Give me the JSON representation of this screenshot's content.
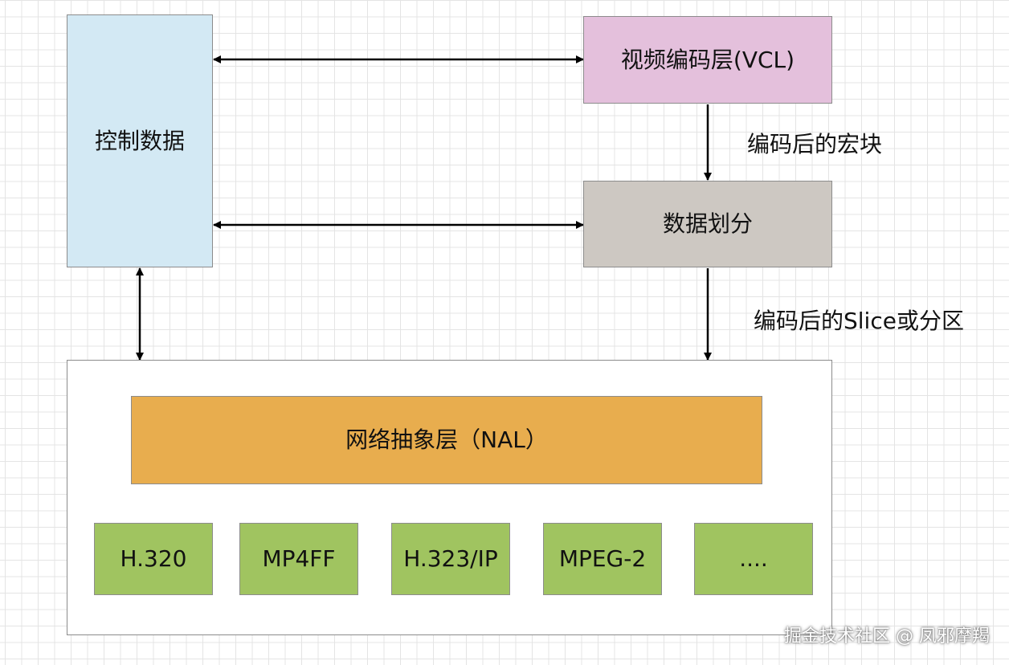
{
  "colors": {
    "control": "#d3e9f4",
    "vcl": "#e4c0dc",
    "partition": "#cdc8c2",
    "nal": "#e8ad4e",
    "protocol": "#a0c460",
    "container": "#ffffff",
    "edge": "#000000"
  },
  "nodes": {
    "control_data": "控制数据",
    "vcl": "视频编码层(VCL)",
    "data_partition": "数据划分",
    "nal": "网络抽象层（NAL）",
    "protocols": [
      "H.320",
      "MP4FF",
      "H.323/IP",
      "MPEG-2",
      "...."
    ]
  },
  "edge_labels": {
    "vcl_to_partition": "编码后的宏块",
    "partition_to_nal": "编码后的Slice或分区"
  },
  "watermark": "掘金技术社区 @ 凤邪摩羯"
}
